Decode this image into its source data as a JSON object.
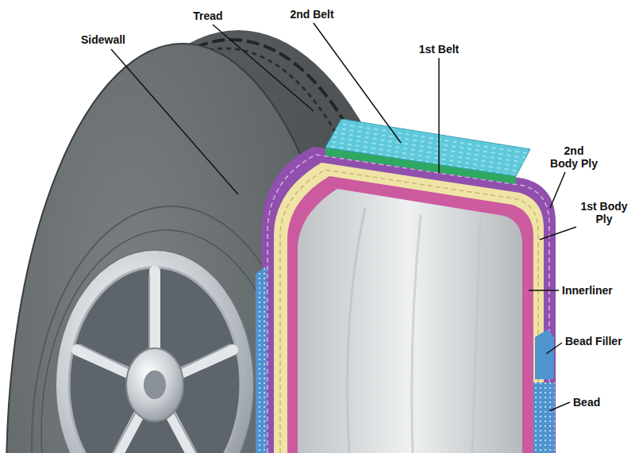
{
  "diagram": {
    "labels": [
      "Sidewall",
      "Tread",
      "2nd Belt",
      "1st Belt",
      "2nd Body Ply",
      "1st Body Ply",
      "Innerliner",
      "Bead Filler",
      "Bead"
    ]
  }
}
